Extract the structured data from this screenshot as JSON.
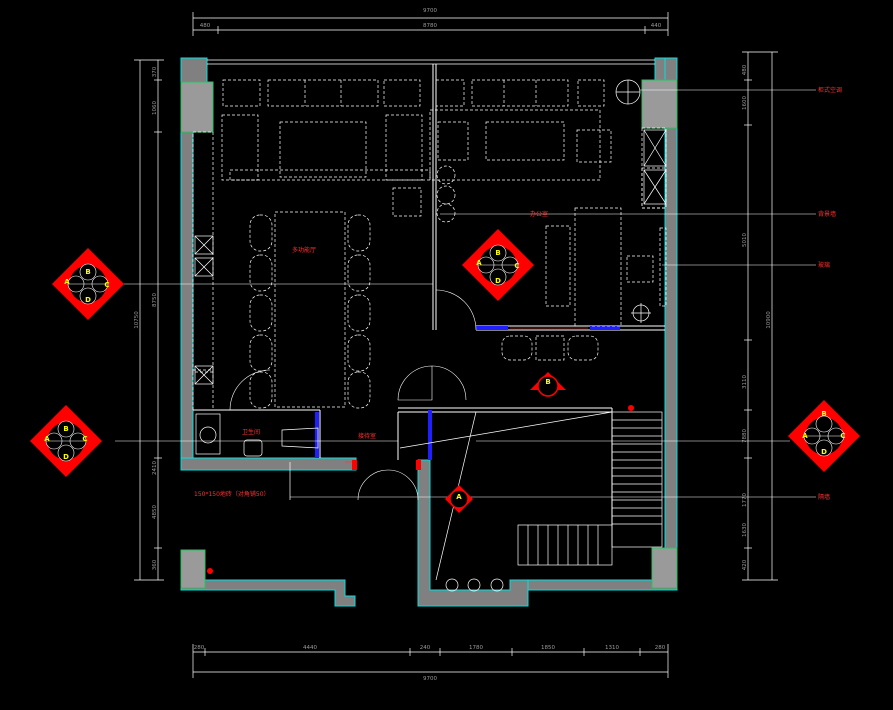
{
  "dimensions": {
    "top_overall": "9700",
    "top_left": "480",
    "top_mid": "8780",
    "top_right": "440",
    "bottom_overall": "9700",
    "bottom_segments": [
      "280",
      "4440",
      "240",
      "1780",
      "1850",
      "1310",
      "280"
    ],
    "left_segments": [
      "370",
      "1060",
      "8750",
      "2410",
      "4850",
      "360"
    ],
    "left_overall": "10750",
    "right_segments": [
      "480",
      "1600",
      "5010",
      "3110",
      "7880",
      "1770",
      "1630",
      "420"
    ],
    "right_overall": "10900"
  },
  "room_labels": {
    "dining": "多功能厅",
    "reception": "接待室",
    "office": "办公室",
    "washroom": "卫生间"
  },
  "callouts": {
    "top_right": "柜式空调",
    "right_mid": "背景墙",
    "right_low": "玻璃",
    "right_bottom": "隔墙"
  },
  "note": "150*150地砖（对角铺50）",
  "symbols": {
    "left_upper": {
      "a": "A",
      "b": "B",
      "c": "C",
      "d": "D"
    },
    "left_lower": {
      "a": "A",
      "b": "B",
      "c": "C",
      "d": "D"
    },
    "center": {
      "a": "A",
      "b": "B",
      "c": "C",
      "d": "D"
    },
    "right": {
      "a": "A",
      "b": "B",
      "c": "C",
      "d": "D"
    },
    "view_b": "B",
    "view_a": "A"
  },
  "colors": {
    "background": "#000000",
    "wall_fill": "#808080",
    "wall_outline": "#00e0e0",
    "column": "#9a9a9a",
    "furniture": "#ffffff",
    "dimension": "#ffffff",
    "tag_red": "#ff0000",
    "tag_text": "#ffff00",
    "glass": "#2020ff"
  }
}
